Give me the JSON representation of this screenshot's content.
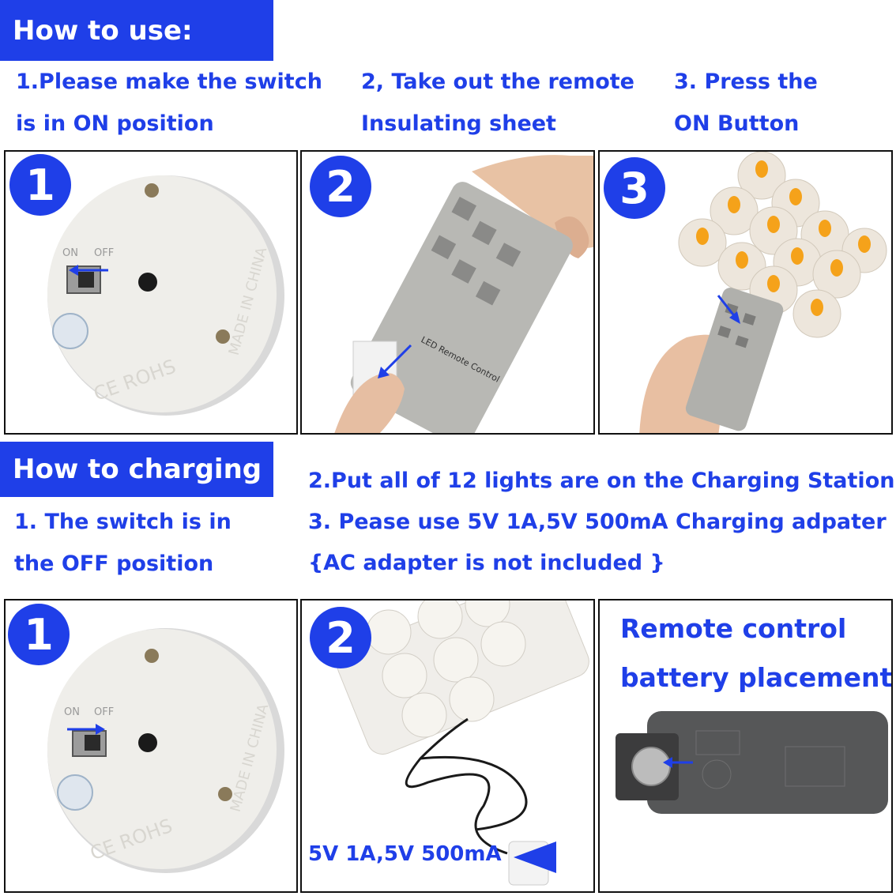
{
  "use_section": {
    "title": "How to use:",
    "steps": [
      {
        "line1": "1.Please make the switch",
        "line2": "is in ON position"
      },
      {
        "line1": "2, Take out the remote",
        "line2": "Insulating sheet"
      },
      {
        "line1": "3. Press the",
        "line2": "ON Button"
      }
    ],
    "badges": [
      "1",
      "2",
      "3"
    ]
  },
  "charge_section": {
    "title": "How to charging :",
    "step1": {
      "line1": "1. The switch is in",
      "line2": "the OFF position"
    },
    "step2": "2.Put all of 12 lights are on the Charging Station",
    "step3": "3. Pease use 5V 1A,5V 500mA Charging adpater",
    "note": "{AC adapter is not included }",
    "badges": [
      "1",
      "2"
    ],
    "adapter_caption": "5V 1A,5V 500mA",
    "battery_title_1": "Remote control",
    "battery_title_2": "battery placement"
  },
  "colors": {
    "accent": "#1f3fe8",
    "panel_bg": "#ffffff"
  }
}
